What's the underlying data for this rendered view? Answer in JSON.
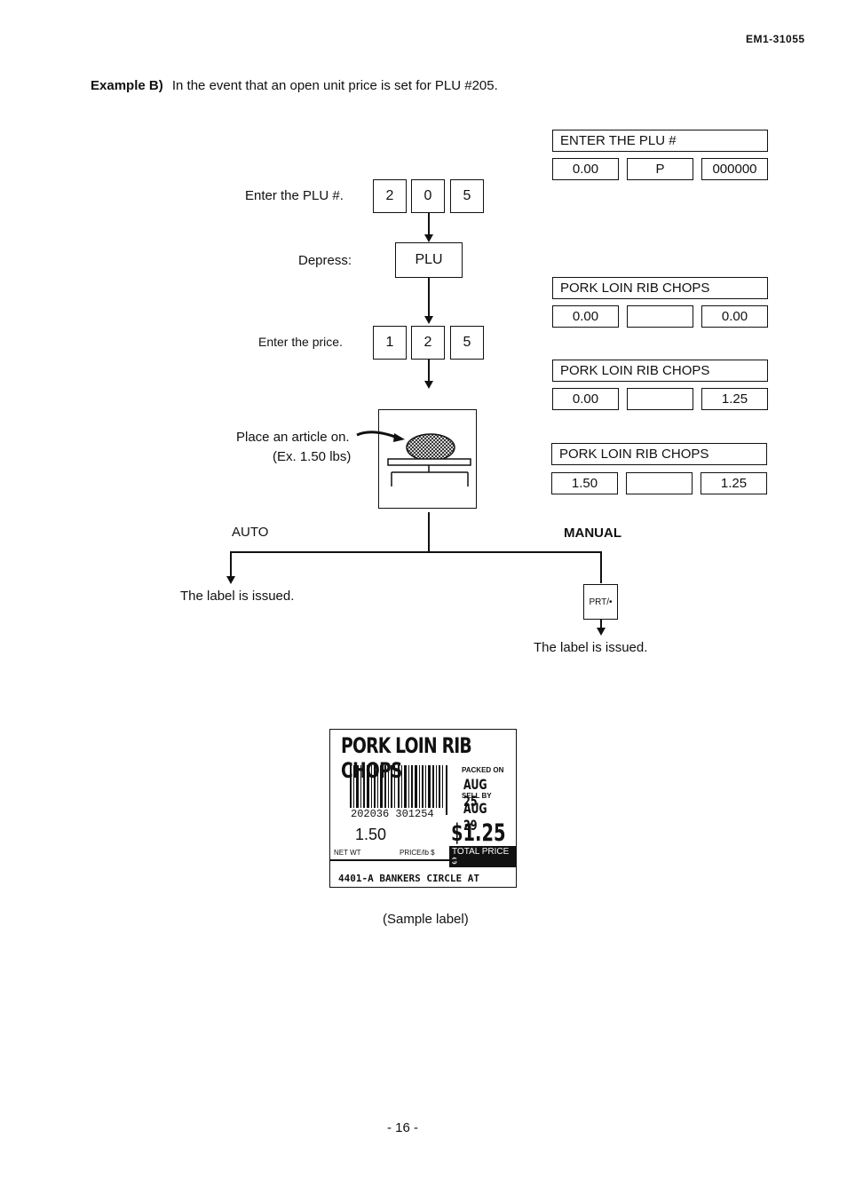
{
  "header": {
    "doc_number": "EM1-31055"
  },
  "example": {
    "label": "Example B)",
    "text": "In the event that an open unit price is set for PLU #205."
  },
  "steps": {
    "enter_plu": "Enter the PLU #.",
    "depress": "Depress:",
    "enter_price": "Enter the price.",
    "place_article": "Place an article on.",
    "place_example": "(Ex. 1.50 lbs)"
  },
  "keys": {
    "plu_digits": [
      "2",
      "0",
      "5"
    ],
    "plu_key": "PLU",
    "price_digits": [
      "1",
      "2",
      "5"
    ],
    "prt_key": "PRT/•"
  },
  "displays": {
    "d1": {
      "title": "ENTER THE PLU #",
      "left": "0.00",
      "mid": "P",
      "right": "000000"
    },
    "d2": {
      "title": "PORK LOIN RIB CHOPS",
      "left": "0.00",
      "mid": "",
      "right": "0.00"
    },
    "d3": {
      "title": "PORK LOIN RIB CHOPS",
      "left": "0.00",
      "mid": "",
      "right": "1.25"
    },
    "d4": {
      "title": "PORK LOIN RIB CHOPS",
      "left": "1.50",
      "mid": "",
      "right": "1.25"
    }
  },
  "branches": {
    "auto": "AUTO",
    "manual": "MANUAL",
    "auto_result": "The label is issued.",
    "manual_result": "The label is issued."
  },
  "sample_label": {
    "title": "PORK LOIN RIB CHOPS",
    "barcode_number": "202036 301254",
    "packed_on": "PACKED ON",
    "packed_date": "AUG 25",
    "sell_by": "SELL BY",
    "sell_date": "AUG 29",
    "net_wt_value": "1.50",
    "total_price_value": "$1.25",
    "net_wt_label": "NET WT",
    "price_per_lb_label": "PRICE/lb $",
    "total_price_label": "TOTAL PRICE $",
    "address": "4401-A BANKERS CIRCLE AT",
    "caption": "(Sample label)"
  },
  "footer": {
    "page_number": "- 16 -"
  }
}
